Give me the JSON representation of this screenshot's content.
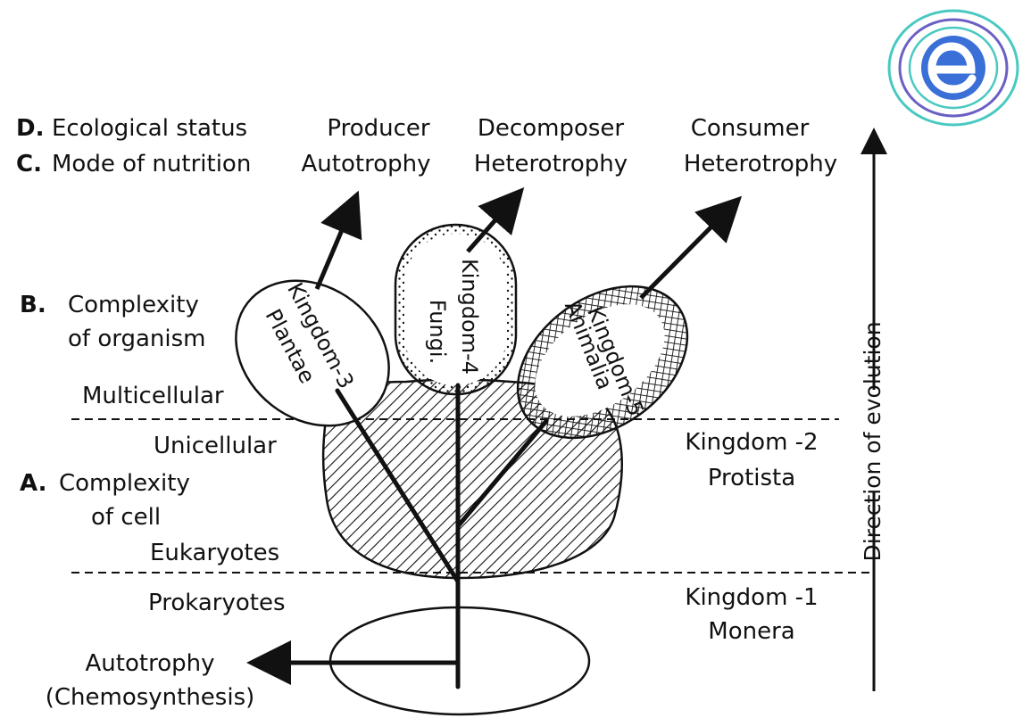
{
  "levels": {
    "d_letter": "D.",
    "d_text": "Ecological status",
    "c_letter": "C.",
    "c_text": "Mode of nutrition",
    "b_letter": "B.",
    "b_line1": "Complexity",
    "b_line2": "of organism",
    "a_letter": "A.",
    "a_line1": "Complexity",
    "a_line2": "of cell"
  },
  "status": {
    "producer": "Producer",
    "decomposer": "Decomposer",
    "consumer": "Consumer"
  },
  "nutrition": {
    "producer": "Autotrophy",
    "decomposer": "Heterotrophy",
    "consumer": "Heterotrophy"
  },
  "boundaries": {
    "multicellular": "Multicellular",
    "unicellular": "Unicellular",
    "eukaryotes": "Eukaryotes",
    "prokaryotes": "Prokaryotes"
  },
  "kingdoms": {
    "k1_line1": "Kingdom -1",
    "k1_line2": "Monera",
    "k2_line1": "Kingdom -2",
    "k2_line2": "Protista",
    "k3_line1": "Kingdom-3",
    "k3_line2": "Plantae",
    "k4_line1": "Kingdom-4",
    "k4_line2": "Fungi.",
    "k5_line1": "Kingdom-5",
    "k5_line2": "Animalia"
  },
  "monera_branch": {
    "line1": "Autotrophy",
    "line2": "(Chemosynthesis)"
  },
  "evolution_axis": "Direction of evolution",
  "logo_icon": "e-logo-icon",
  "colors": {
    "ink": "#111111",
    "logo_blue": "#3a6fd8",
    "logo_ring_teal": "#49c9c1",
    "logo_ring_purple": "#6b5fc4"
  }
}
